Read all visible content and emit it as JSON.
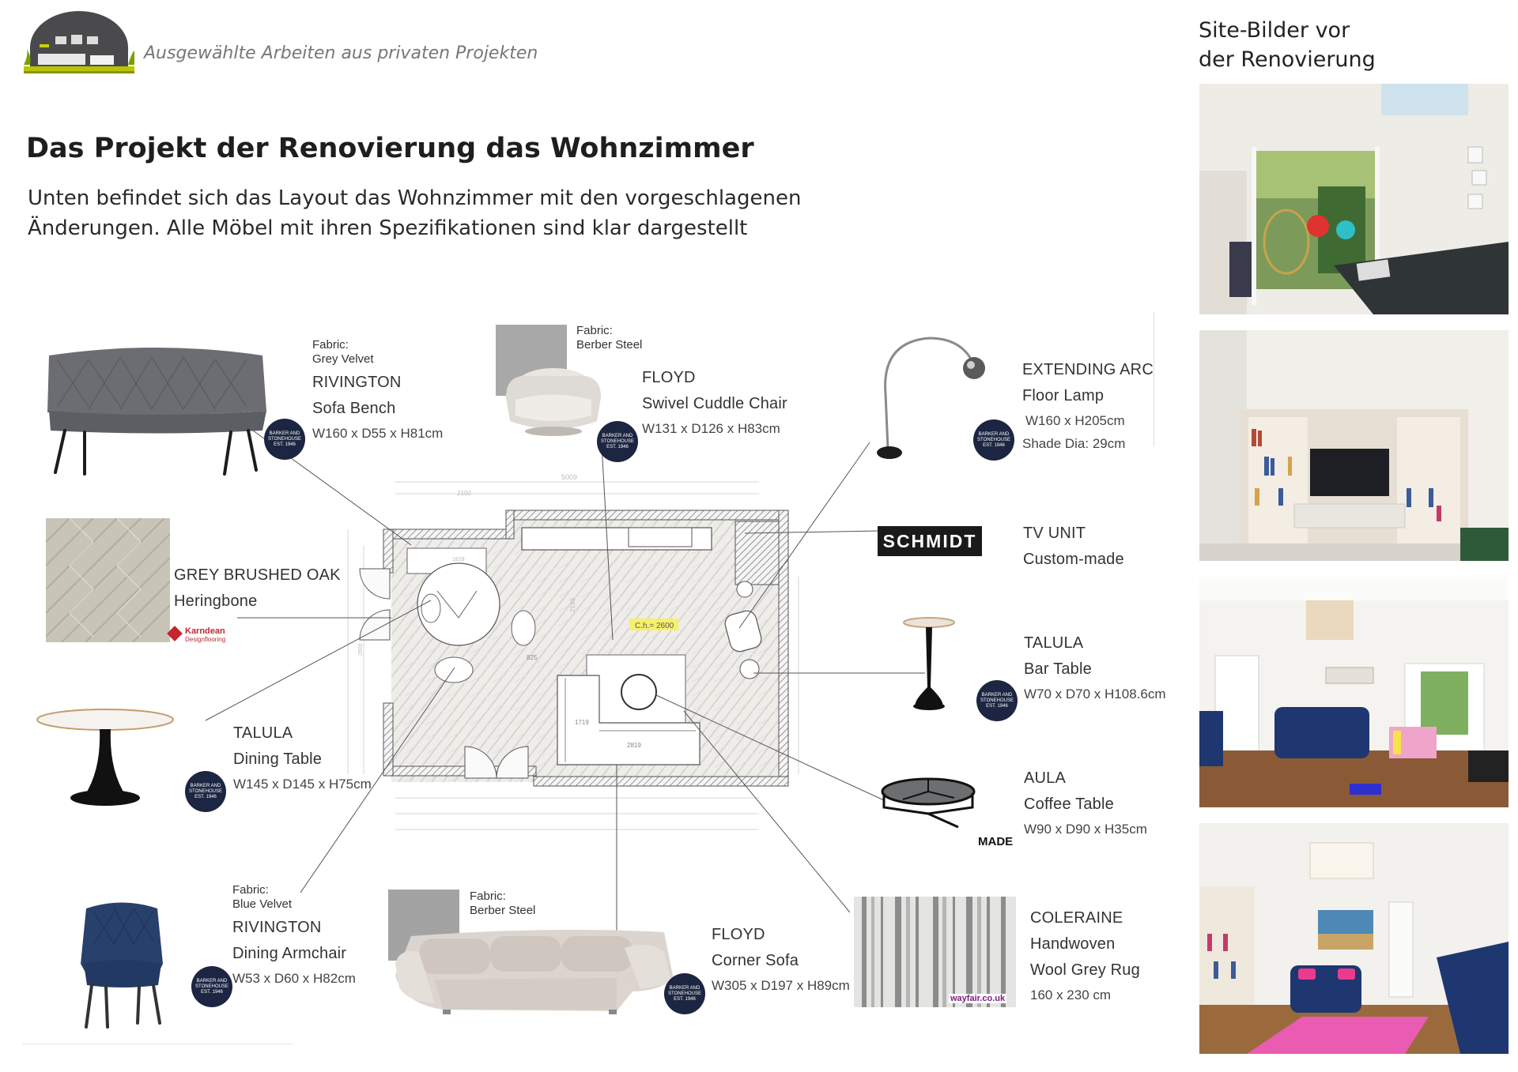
{
  "header": {
    "subtitle": "Ausgewählte Arbeiten aus privaten Projekten",
    "title": "Das Projekt der Renovierung das Wohnzimmer",
    "intro_line1": "Unten befindet sich das Layout das Wohnzimmer mit den vorgeschlagenen",
    "intro_line2": "Änderungen. Alle Möbel mit ihren Spezifikationen sind klar dargestellt"
  },
  "site_photos": {
    "title_line1": "Site-Bilder vor",
    "title_line2": "der Renovierung"
  },
  "badge": {
    "line1": "BARKER AND",
    "line2": "STONEHOUSE",
    "line3": "EST. 1946"
  },
  "products": {
    "sofa_bench": {
      "fabric_label": "Fabric:",
      "fabric": "Grey Velvet",
      "brand": "RIVINGTON",
      "name": "Sofa Bench",
      "dims": "W160 x D55 x H81cm"
    },
    "cuddle_chair": {
      "fabric_label": "Fabric:",
      "fabric": "Berber Steel",
      "brand": "FLOYD",
      "name": "Swivel Cuddle Chair",
      "dims": "W131 x D126 x H83cm"
    },
    "floor_lamp": {
      "brand": "EXTENDING ARC",
      "name": "Floor Lamp",
      "dims": "W160 x H205cm",
      "shade": "Shade Dia: 29cm"
    },
    "flooring": {
      "brand": "GREY BRUSHED OAK",
      "name": "Heringbone",
      "logo_line1": "Karndean",
      "logo_line2": "Designflooring"
    },
    "tv_unit": {
      "logo": "SCHMIDT",
      "brand": "TV UNIT",
      "name": "Custom-made"
    },
    "bar_table": {
      "brand": "TALULA",
      "name": "Bar Table",
      "dims": "W70 x D70 x H108.6cm"
    },
    "dining_table": {
      "brand": "TALULA",
      "name": "Dining Table",
      "dims": "W145 x D145 x H75cm"
    },
    "coffee_table": {
      "brand": "AULA",
      "name": "Coffee Table",
      "dims": "W90 x D90 x H35cm",
      "logo": "MADE"
    },
    "armchair": {
      "fabric_label": "Fabric:",
      "fabric": "Blue Velvet",
      "brand": "RIVINGTON",
      "name": "Dining Armchair",
      "dims": "W53 x D60 x H82cm"
    },
    "corner_sofa": {
      "fabric_label": "Fabric:",
      "fabric": "Berber Steel",
      "brand": "FLOYD",
      "name": "Corner Sofa",
      "dims": "W305 x D197 x H89cm"
    },
    "rug": {
      "brand": "COLERAINE",
      "name": "Handwoven",
      "name2": "Wool Grey Rug",
      "dims": "160 x 230 cm",
      "logo": "wayfair.co.uk"
    }
  },
  "floorplan": {
    "ceiling_height": "C.h.= 2600",
    "dim_top": "5009",
    "dim_a": "2100",
    "dim_b": "1829",
    "dim_c": "2193",
    "dim_d": "825",
    "dim_e": "1719",
    "dim_f": "2819",
    "dim_g": "2600"
  }
}
